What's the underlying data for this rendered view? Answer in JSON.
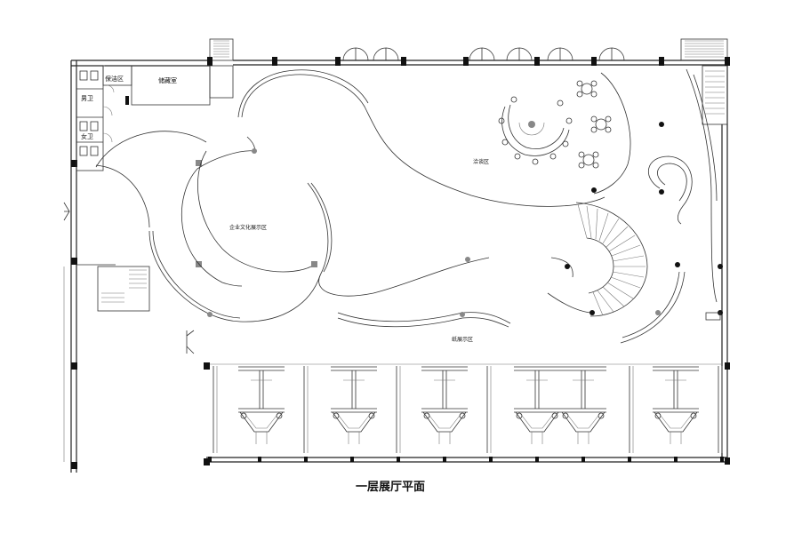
{
  "labels": {
    "negotiation_area": "洽谈区",
    "culture_area": "企业文化展示区",
    "paper_area": "纸展示区",
    "male_wc": "男卫",
    "female_wc": "女卫",
    "cleaning_area": "保洁区",
    "storage_room": "储藏室"
  },
  "caption": "一层展厅平面"
}
